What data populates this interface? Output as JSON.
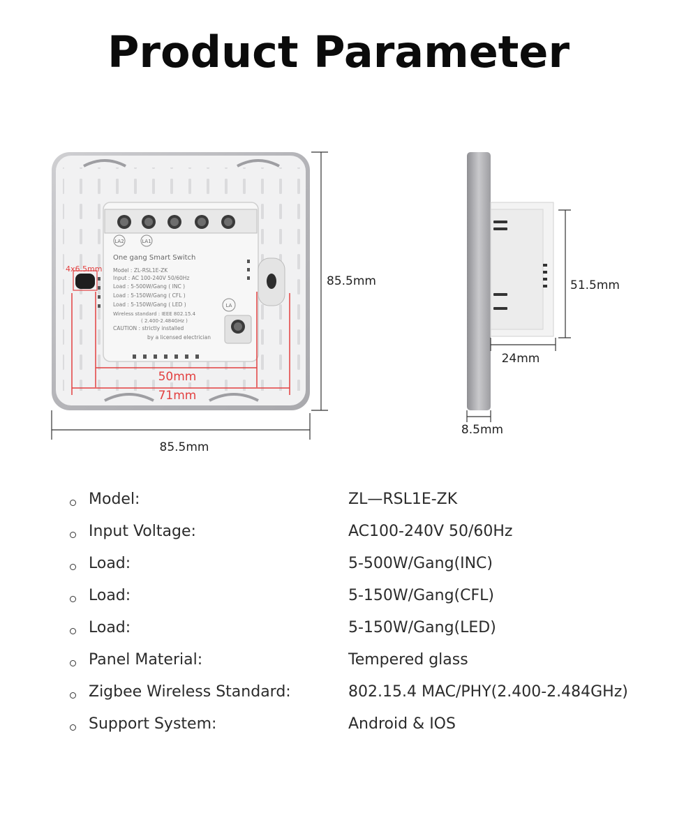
{
  "title": "Product Parameter",
  "diagram": {
    "front_width_label": "85.5mm",
    "front_height_label": "85.5mm",
    "inner_50_label": "50mm",
    "inner_71_label": "71mm",
    "hole_label": "4x6.5mm",
    "side_height_label": "51.5mm",
    "side_depth_label": "24mm",
    "side_panel_label": "8.5mm",
    "module_label": {
      "terminal_la2": "LA2",
      "terminal_la1": "LA1",
      "terminal_la": "LA",
      "name": "One gang Smart Switch",
      "model": "Model : ZL-RSL1E-ZK",
      "input": "Input : AC 100-240V 50/60Hz",
      "load_inc": "Load : 5-500W/Gang ( INC )",
      "load_cfl": "Load : 5-150W/Gang ( CFL )",
      "load_led": "Load : 5-150W/Gang ( LED )",
      "wireless": "Wireless standard : IEEE 802.15.4",
      "freq": "( 2.400-2.484GHz )",
      "caution": "CAUTION : strictly installed",
      "caution2": "by a licensed electrician"
    }
  },
  "specs": [
    {
      "label": "Model:",
      "value": "ZL—RSL1E-ZK"
    },
    {
      "label": "Input  Voltage:",
      "value": "AC100-240V  50/60Hz"
    },
    {
      "label": "Load:",
      "value": "5-500W/Gang(INC)"
    },
    {
      "label": "Load:",
      "value": "5-150W/Gang(CFL)"
    },
    {
      "label": "Load:",
      "value": "5-150W/Gang(LED)"
    },
    {
      "label": "Panel  Material:",
      "value": "Tempered glass"
    },
    {
      "label": "Zigbee  Wireless  Standard:",
      "value": "802.15.4 MAC/PHY(2.400-2.484GHz)"
    },
    {
      "label": "Support System:",
      "value": "Android & IOS"
    }
  ]
}
